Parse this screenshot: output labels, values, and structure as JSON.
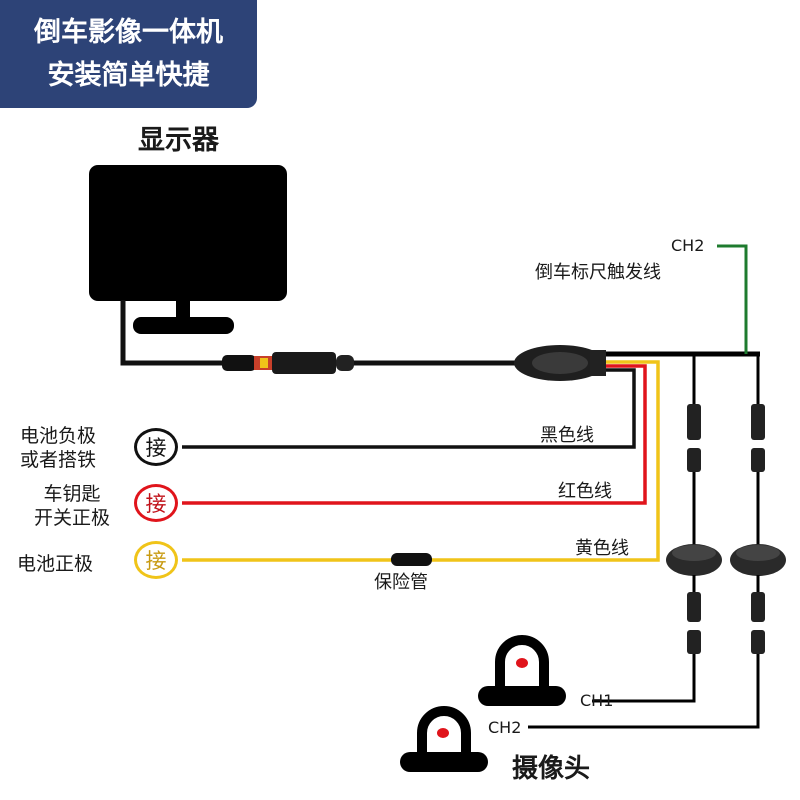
{
  "banner": {
    "line1": "倒车影像一体机",
    "line2": "安装简单快捷",
    "background": "#2d4377"
  },
  "display": {
    "label": "显示器",
    "icon": "monitor-icon"
  },
  "trigger": {
    "channel": "CH2",
    "label": "倒车标尺触发线",
    "color": "#1e7b2e"
  },
  "terminals": [
    {
      "desc_line1": "电池负极",
      "desc_line2": "或者搭铁",
      "symbol": "接",
      "wire_label": "黑色线",
      "color": "#111111"
    },
    {
      "desc_line1": "车钥匙",
      "desc_line2": "开关正极",
      "symbol": "接",
      "wire_label": "红色线",
      "color": "#e0141b"
    },
    {
      "desc_line1": "电池正极",
      "desc_line2": "",
      "symbol": "接",
      "wire_label": "黄色线",
      "color": "#f0c419"
    }
  ],
  "fuse": {
    "label": "保险管"
  },
  "cameras": {
    "label": "摄像头",
    "channels": [
      "CH1",
      "CH2"
    ],
    "lens_color": "#e0141b"
  }
}
